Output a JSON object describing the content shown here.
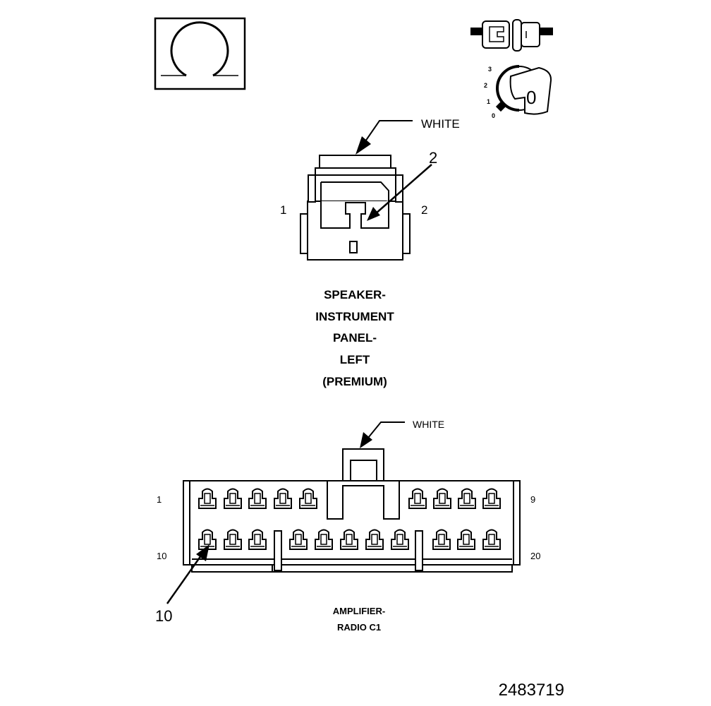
{
  "icons": {
    "ohmmeter": "ohm-symbol-icon",
    "connector_plug": "unplugged-connector-icon",
    "ignition_key": "ignition-key-off-icon"
  },
  "ignition_positions": [
    "3",
    "2",
    "1",
    "0"
  ],
  "ignition_key_label": "0",
  "speaker_connector": {
    "color_callout": "WHITE",
    "pin_left": "1",
    "pin_right": "2",
    "pin_callout": "2",
    "title_lines": [
      "SPEAKER-",
      "INSTRUMENT",
      "PANEL-",
      "LEFT",
      "(PREMIUM)"
    ]
  },
  "amplifier_connector": {
    "color_callout": "WHITE",
    "top_left_pin": "1",
    "top_right_pin": "9",
    "bottom_left_pin": "10",
    "bottom_right_pin": "20",
    "pin_callout": "10",
    "title_lines": [
      "AMPLIFIER-",
      "RADIO C1"
    ]
  },
  "figure_number": "2483719"
}
